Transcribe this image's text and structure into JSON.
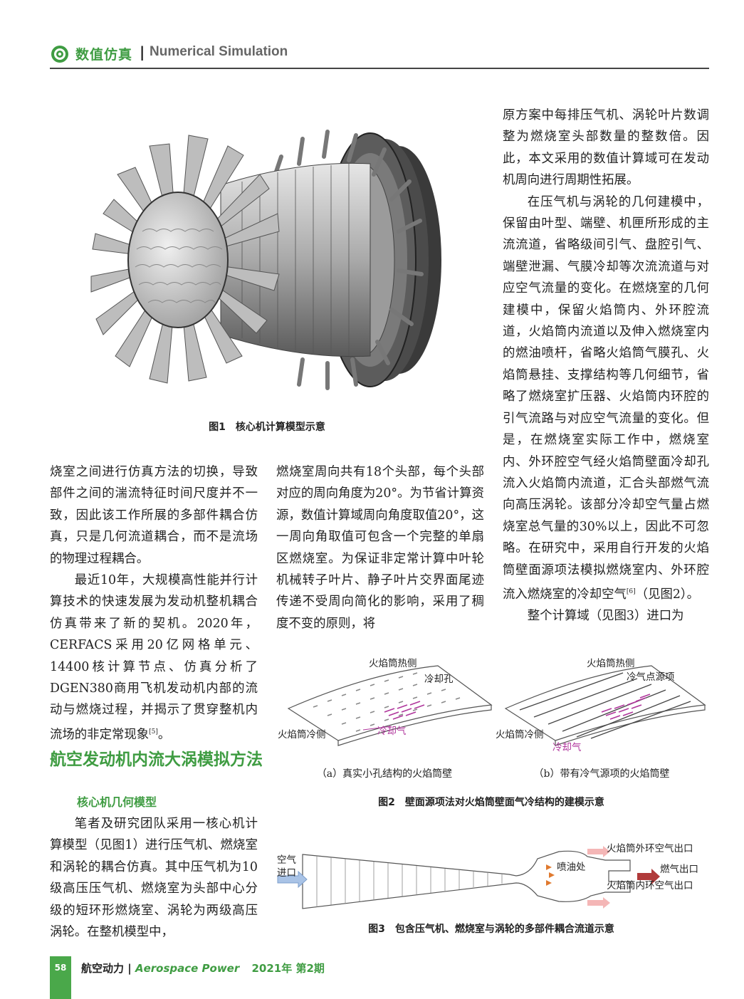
{
  "header": {
    "section_cn": "数值仿真",
    "separator": "|",
    "section_en": "Numerical Simulation"
  },
  "figure1": {
    "caption": "图1　核心机计算模型示意"
  },
  "col_mid_top": {
    "p1": "原方案中每排压气机、涡轮叶片数调整为燃烧室头部数量的整数倍。因此，本文采用的数值计算域可在发动机周向进行周期性拓展。",
    "p2": "在压气机与涡轮的几何建模中，保留由叶型、端壁、机匣所形成的主流流道，省略级间引气、盘腔引气、端壁泄漏、气膜冷却等次流流道与对应空气流量的变化。在燃烧室的几何建模中，保留火焰筒内、外环腔流道，火焰筒内流道以及伸入燃烧室内的燃油喷杆，省略火焰筒气膜孔、火焰筒悬挂、支撑结构等几何细节，省略了燃烧室扩压器、火焰筒内环腔的引气流路与对应空气流量的变化。但是，在燃烧室实际工作中，燃烧室内、外环腔空气经火焰筒壁面冷却孔流入火焰筒内流道，汇合头部燃气流向高压涡轮。该部分冷却空气量占燃烧室总气量的30%以上，因此不可忽略。在研究中，采用自行开发的火焰筒壁面源项法模拟燃烧室内、外环腔流入燃烧室的冷却空气",
    "p2_ref": "[6]",
    "p2_tail": "（见图2）。",
    "p3": "整个计算域（见图3）进口为"
  },
  "col_left": {
    "p1": "烧室之间进行仿真方法的切换，导致部件之间的湍流特征时间尺度并不一致，因此该工作所展的多部件耦合仿真，只是几何流道耦合，而不是流场的物理过程耦合。",
    "p2": "最近10年，大规模高性能并行计算技术的快速发展为发动机整机耦合仿真带来了新的契机。2020年，CERFACS采用20亿网格单元、14400核计算节点、仿真分析了DGEN380商用飞机发动机内部的流动与燃烧过程，并揭示了贯穿整机内流场的非定常现象",
    "p2_ref": "[5]",
    "p2_tail": "。"
  },
  "col_center": {
    "p1": "燃烧室周向共有18个头部，每个头部对应的周向角度为20°。为节省计算资源，数值计算域周向角度取值20°，这一周向角取值可包含一个完整的单扇区燃烧室。为保证非定常计算中叶轮机械转子叶片、静子叶片交界面尾迹传递不受周向简化的影响，采用了稠度不变的原则，将"
  },
  "section": {
    "title": "航空发动机内流大涡模拟方法",
    "subtitle": "核心机几何模型",
    "p1": "笔者及研究团队采用一核心机计算模型（见图1）进行压气机、燃烧室和涡轮的耦合仿真。其中压气机为10级高压压气机、燃烧室为头部中心分级的短环形燃烧室、涡轮为两级高压涡轮。在整机模型中，"
  },
  "figure2": {
    "a": {
      "hot_side": "火焰筒热侧",
      "cooling_holes": "冷却孔",
      "cold_side": "火焰筒冷侧",
      "cooling_air": "冷却气",
      "caption": "（a）真实小孔结构的火焰筒壁"
    },
    "b": {
      "hot_side": "火焰筒热侧",
      "point_source": "冷气点源项",
      "cold_side": "火焰筒冷侧",
      "cooling_air": "冷却气",
      "caption": "（b）带有冷气源项的火焰筒壁"
    },
    "caption": "图2　壁面源项法对火焰筒壁面气冷结构的建模示意"
  },
  "figure3": {
    "air_inlet_1": "空气",
    "air_inlet_2": "进口",
    "injector": "喷油处",
    "outer_outlet": "火焰筒外环空气出口",
    "gas_outlet": "燃气出口",
    "inner_outlet": "火焰筒内环空气出口",
    "caption": "图3　包含压气机、燃烧室与涡轮的多部件耦合流道示意"
  },
  "footer": {
    "page": "58",
    "journal_cn": "航空动力",
    "journal_sep": "|",
    "journal_en": "Aerospace Power",
    "issue": "2021年 第2期"
  }
}
